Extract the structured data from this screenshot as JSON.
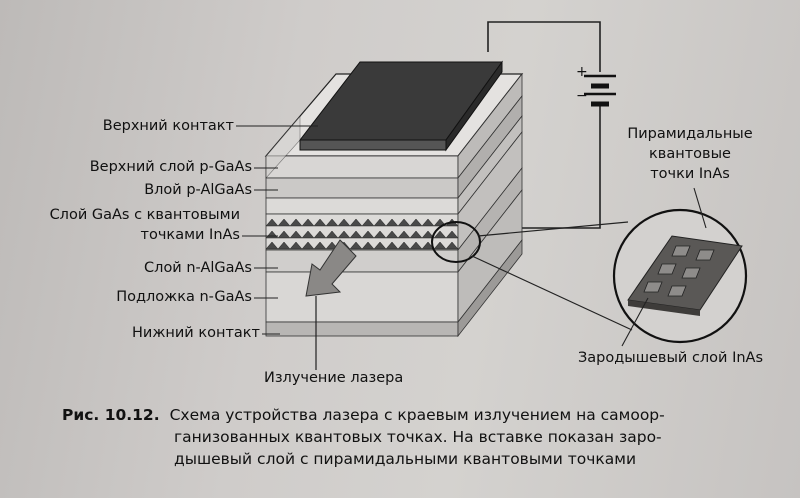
{
  "figure": {
    "labels": {
      "top_contact": "Верхний контакт",
      "top_layer": "Верхний слой p-GaAs",
      "cladding_p": "Влой p-AlGaAs",
      "qd_layer_line1": "Слой GaAs с квантовыми",
      "qd_layer_line2": "точками InAs",
      "cladding_n": "Слой n-AlGaAs",
      "substrate": "Подложка n-GaAs",
      "bottom_contact": "Нижний контакт",
      "laser_emission": "Излучение лазера",
      "pyramid_qd_line1": "Пирамидальные",
      "pyramid_qd_line2": "квантовые",
      "pyramid_qd_line3": "точки InAs",
      "wetting_layer": "Зародышевый слой InAs",
      "plus_sign": "+",
      "minus_sign": "−"
    },
    "icons": [
      "battery-icon",
      "laser-arrow-icon",
      "magnifier-circle-icon"
    ]
  },
  "caption": {
    "number": "Рис. 10.12.",
    "line1": "Схема устройства лазера с краевым излучением на самоор-",
    "line2": "ганизованных квантовых точках. На вставке показан заро-",
    "line3": "дышевый слой с пирамидальными квантовыми точками"
  }
}
